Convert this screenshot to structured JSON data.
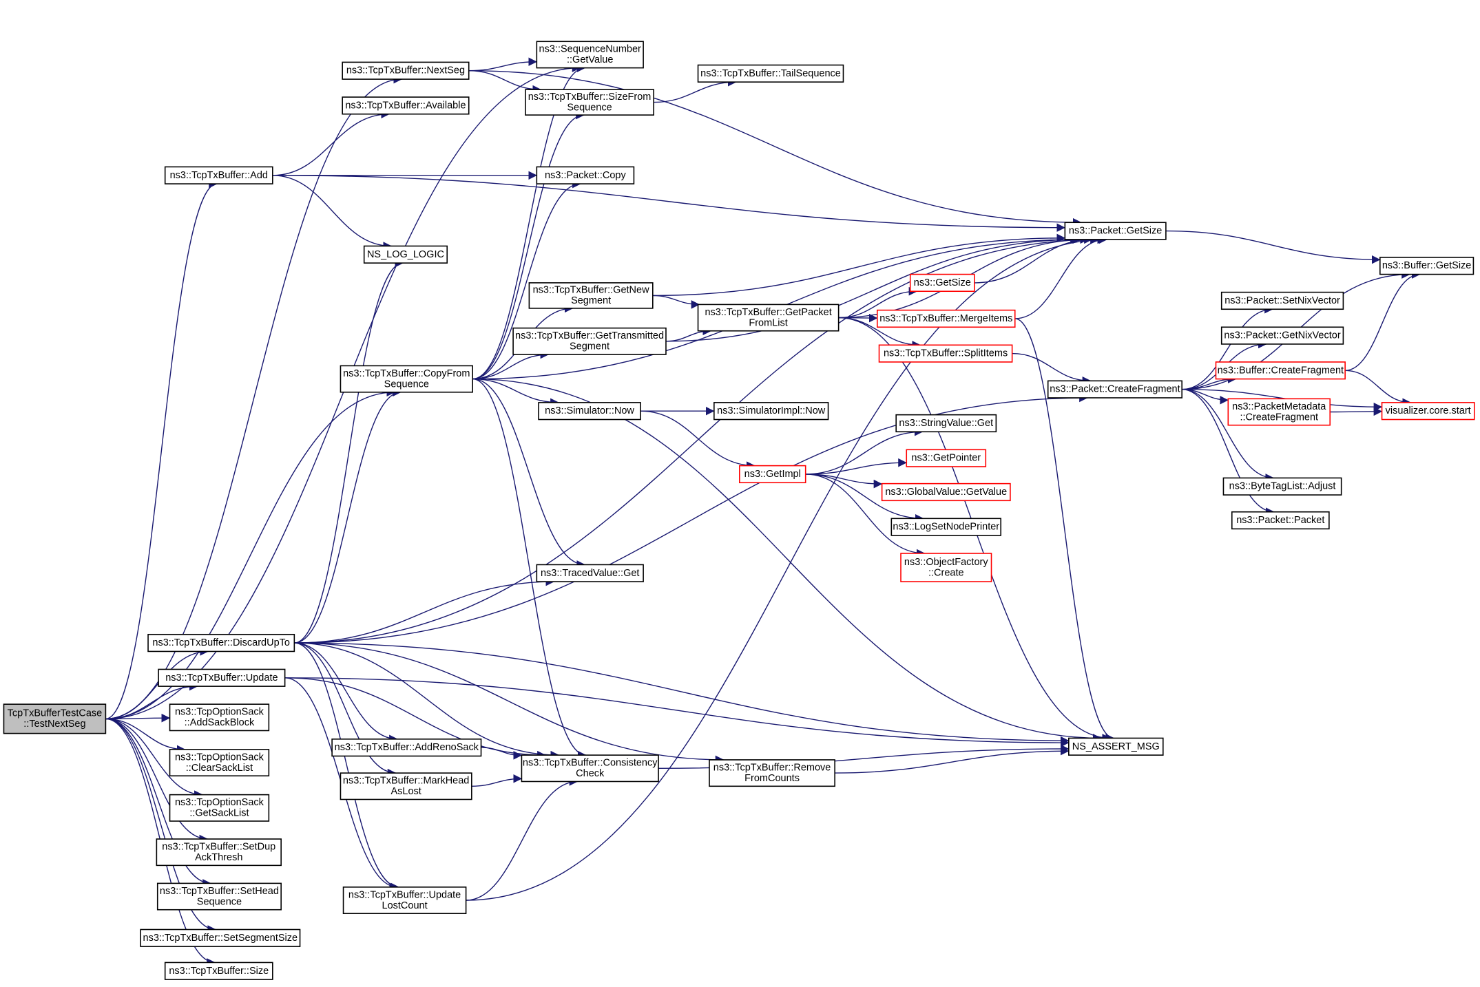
{
  "colors": {
    "edge": "#191970",
    "normal_border": "#000000",
    "truncated_border": "#ff0000",
    "root_fill": "#bfbfbf",
    "node_fill": "#ffffff"
  },
  "nodes": [
    {
      "id": "root",
      "lines": [
        "TcpTxBufferTestCase",
        "::TestNextSeg"
      ],
      "style": "root"
    },
    {
      "id": "nextseg",
      "lines": [
        "ns3::TcpTxBuffer::NextSeg"
      ],
      "style": "normal"
    },
    {
      "id": "seqget",
      "lines": [
        "ns3::SequenceNumber",
        "::GetValue"
      ],
      "style": "normal"
    },
    {
      "id": "sizefrom",
      "lines": [
        "ns3::TcpTxBuffer::SizeFrom",
        "Sequence"
      ],
      "style": "normal"
    },
    {
      "id": "tailseq",
      "lines": [
        "ns3::TcpTxBuffer::TailSequence"
      ],
      "style": "normal"
    },
    {
      "id": "available",
      "lines": [
        "ns3::TcpTxBuffer::Available"
      ],
      "style": "normal"
    },
    {
      "id": "add",
      "lines": [
        "ns3::TcpTxBuffer::Add"
      ],
      "style": "normal"
    },
    {
      "id": "pcopy",
      "lines": [
        "ns3::Packet::Copy"
      ],
      "style": "normal"
    },
    {
      "id": "pgetsize",
      "lines": [
        "ns3::Packet::GetSize"
      ],
      "style": "normal"
    },
    {
      "id": "bgetsize",
      "lines": [
        "ns3::Buffer::GetSize"
      ],
      "style": "normal"
    },
    {
      "id": "nslog",
      "lines": [
        "NS_LOG_LOGIC"
      ],
      "style": "normal"
    },
    {
      "id": "getnew",
      "lines": [
        "ns3::TcpTxBuffer::GetNew",
        "Segment"
      ],
      "style": "normal"
    },
    {
      "id": "gettrans",
      "lines": [
        "ns3::TcpTxBuffer::GetTransmitted",
        "Segment"
      ],
      "style": "normal"
    },
    {
      "id": "getpacket",
      "lines": [
        "ns3::TcpTxBuffer::GetPacket",
        "FromList"
      ],
      "style": "normal"
    },
    {
      "id": "getsizefn",
      "lines": [
        "ns3::GetSize"
      ],
      "style": "truncated"
    },
    {
      "id": "merge",
      "lines": [
        "ns3::TcpTxBuffer::MergeItems"
      ],
      "style": "truncated"
    },
    {
      "id": "split",
      "lines": [
        "ns3::TcpTxBuffer::SplitItems"
      ],
      "style": "truncated"
    },
    {
      "id": "setnix",
      "lines": [
        "ns3::Packet::SetNixVector"
      ],
      "style": "normal"
    },
    {
      "id": "getnix",
      "lines": [
        "ns3::Packet::GetNixVector"
      ],
      "style": "normal"
    },
    {
      "id": "copyfrom",
      "lines": [
        "ns3::TcpTxBuffer::CopyFrom",
        "Sequence"
      ],
      "style": "normal"
    },
    {
      "id": "bcreatefrag",
      "lines": [
        "ns3::Buffer::CreateFragment"
      ],
      "style": "truncated"
    },
    {
      "id": "pcreatefrag",
      "lines": [
        "ns3::Packet::CreateFragment"
      ],
      "style": "normal"
    },
    {
      "id": "simnow",
      "lines": [
        "ns3::Simulator::Now"
      ],
      "style": "normal"
    },
    {
      "id": "simimplnow",
      "lines": [
        "ns3::SimulatorImpl::Now"
      ],
      "style": "normal"
    },
    {
      "id": "pmcreatefrag",
      "lines": [
        "ns3::PacketMetadata",
        "::CreateFragment"
      ],
      "style": "truncated"
    },
    {
      "id": "vizstart",
      "lines": [
        "visualizer.core.start"
      ],
      "style": "truncated"
    },
    {
      "id": "strget",
      "lines": [
        "ns3::StringValue::Get"
      ],
      "style": "normal"
    },
    {
      "id": "getpointer",
      "lines": [
        "ns3::GetPointer"
      ],
      "style": "truncated"
    },
    {
      "id": "getimpl",
      "lines": [
        "ns3::GetImpl"
      ],
      "style": "truncated"
    },
    {
      "id": "globalget",
      "lines": [
        "ns3::GlobalValue::GetValue"
      ],
      "style": "truncated"
    },
    {
      "id": "bytetag",
      "lines": [
        "ns3::ByteTagList::Adjust"
      ],
      "style": "normal"
    },
    {
      "id": "lognode",
      "lines": [
        "ns3::LogSetNodePrinter"
      ],
      "style": "normal"
    },
    {
      "id": "ppacket",
      "lines": [
        "ns3::Packet::Packet"
      ],
      "style": "normal"
    },
    {
      "id": "objcreate",
      "lines": [
        "ns3::ObjectFactory",
        "::Create"
      ],
      "style": "truncated"
    },
    {
      "id": "tracedget",
      "lines": [
        "ns3::TracedValue::Get"
      ],
      "style": "normal"
    },
    {
      "id": "discard",
      "lines": [
        "ns3::TcpTxBuffer::DiscardUpTo"
      ],
      "style": "normal"
    },
    {
      "id": "update",
      "lines": [
        "ns3::TcpTxBuffer::Update"
      ],
      "style": "normal"
    },
    {
      "id": "addsack",
      "lines": [
        "ns3::TcpOptionSack",
        "::AddSackBlock"
      ],
      "style": "normal"
    },
    {
      "id": "nsassert",
      "lines": [
        "NS_ASSERT_MSG"
      ],
      "style": "normal"
    },
    {
      "id": "addreno",
      "lines": [
        "ns3::TcpTxBuffer::AddRenoSack"
      ],
      "style": "normal"
    },
    {
      "id": "clearsack",
      "lines": [
        "ns3::TcpOptionSack",
        "::ClearSackList"
      ],
      "style": "normal"
    },
    {
      "id": "consistency",
      "lines": [
        "ns3::TcpTxBuffer::Consistency",
        "Check"
      ],
      "style": "normal"
    },
    {
      "id": "remove",
      "lines": [
        "ns3::TcpTxBuffer::Remove",
        "FromCounts"
      ],
      "style": "normal"
    },
    {
      "id": "markhead",
      "lines": [
        "ns3::TcpTxBuffer::MarkHead",
        "AsLost"
      ],
      "style": "normal"
    },
    {
      "id": "getsack",
      "lines": [
        "ns3::TcpOptionSack",
        "::GetSackList"
      ],
      "style": "normal"
    },
    {
      "id": "setdup",
      "lines": [
        "ns3::TcpTxBuffer::SetDup",
        "AckThresh"
      ],
      "style": "normal"
    },
    {
      "id": "sethead",
      "lines": [
        "ns3::TcpTxBuffer::SetHead",
        "Sequence"
      ],
      "style": "normal"
    },
    {
      "id": "updatelost",
      "lines": [
        "ns3::TcpTxBuffer::Update",
        "LostCount"
      ],
      "style": "normal"
    },
    {
      "id": "setseg",
      "lines": [
        "ns3::TcpTxBuffer::SetSegmentSize"
      ],
      "style": "normal"
    },
    {
      "id": "size",
      "lines": [
        "ns3::TcpTxBuffer::Size"
      ],
      "style": "normal"
    }
  ],
  "edges": [
    [
      "root",
      "nextseg"
    ],
    [
      "root",
      "seqget"
    ],
    [
      "root",
      "add"
    ],
    [
      "root",
      "copyfrom"
    ],
    [
      "root",
      "discard"
    ],
    [
      "root",
      "update"
    ],
    [
      "root",
      "addsack"
    ],
    [
      "root",
      "clearsack"
    ],
    [
      "root",
      "getsack"
    ],
    [
      "root",
      "setdup"
    ],
    [
      "root",
      "sethead"
    ],
    [
      "root",
      "setseg"
    ],
    [
      "root",
      "size"
    ],
    [
      "nextseg",
      "seqget"
    ],
    [
      "nextseg",
      "sizefrom"
    ],
    [
      "nextseg",
      "pgetsize"
    ],
    [
      "sizefrom",
      "tailseq"
    ],
    [
      "add",
      "available"
    ],
    [
      "add",
      "pcopy"
    ],
    [
      "add",
      "pgetsize"
    ],
    [
      "add",
      "nslog"
    ],
    [
      "pgetsize",
      "bgetsize"
    ],
    [
      "getnew",
      "getpacket"
    ],
    [
      "getnew",
      "pgetsize"
    ],
    [
      "gettrans",
      "getpacket"
    ],
    [
      "gettrans",
      "pgetsize"
    ],
    [
      "getpacket",
      "pgetsize"
    ],
    [
      "getpacket",
      "getsizefn"
    ],
    [
      "getpacket",
      "merge"
    ],
    [
      "getpacket",
      "split"
    ],
    [
      "getpacket",
      "nsassert"
    ],
    [
      "getsizefn",
      "pgetsize"
    ],
    [
      "merge",
      "pgetsize"
    ],
    [
      "merge",
      "nsassert"
    ],
    [
      "split",
      "pcreatefrag"
    ],
    [
      "copyfrom",
      "seqget"
    ],
    [
      "copyfrom",
      "sizefrom"
    ],
    [
      "copyfrom",
      "pcopy"
    ],
    [
      "copyfrom",
      "pgetsize"
    ],
    [
      "copyfrom",
      "getnew"
    ],
    [
      "copyfrom",
      "gettrans"
    ],
    [
      "copyfrom",
      "simnow"
    ],
    [
      "copyfrom",
      "tracedget"
    ],
    [
      "copyfrom",
      "consistency"
    ],
    [
      "copyfrom",
      "nsassert"
    ],
    [
      "pcreatefrag",
      "bgetsize"
    ],
    [
      "pcreatefrag",
      "setnix"
    ],
    [
      "pcreatefrag",
      "getnix"
    ],
    [
      "pcreatefrag",
      "bcreatefrag"
    ],
    [
      "pcreatefrag",
      "pmcreatefrag"
    ],
    [
      "pcreatefrag",
      "vizstart"
    ],
    [
      "pcreatefrag",
      "bytetag"
    ],
    [
      "pcreatefrag",
      "ppacket"
    ],
    [
      "bcreatefrag",
      "bgetsize"
    ],
    [
      "bcreatefrag",
      "vizstart"
    ],
    [
      "pmcreatefrag",
      "vizstart"
    ],
    [
      "simnow",
      "simimplnow"
    ],
    [
      "simnow",
      "getimpl"
    ],
    [
      "getimpl",
      "strget"
    ],
    [
      "getimpl",
      "getpointer"
    ],
    [
      "getimpl",
      "globalget"
    ],
    [
      "getimpl",
      "lognode"
    ],
    [
      "getimpl",
      "objcreate"
    ],
    [
      "discard",
      "nslog"
    ],
    [
      "discard",
      "copyfrom"
    ],
    [
      "discard",
      "tracedget"
    ],
    [
      "discard",
      "pgetsize"
    ],
    [
      "discard",
      "pcreatefrag"
    ],
    [
      "discard",
      "nsassert"
    ],
    [
      "discard",
      "addreno"
    ],
    [
      "discard",
      "markhead"
    ],
    [
      "discard",
      "remove"
    ],
    [
      "discard",
      "consistency"
    ],
    [
      "discard",
      "updatelost"
    ],
    [
      "update",
      "consistency"
    ],
    [
      "update",
      "updatelost"
    ],
    [
      "update",
      "nsassert"
    ],
    [
      "addreno",
      "consistency"
    ],
    [
      "markhead",
      "consistency"
    ],
    [
      "remove",
      "nsassert"
    ],
    [
      "consistency",
      "nsassert"
    ],
    [
      "updatelost",
      "consistency"
    ],
    [
      "updatelost",
      "pgetsize"
    ]
  ]
}
